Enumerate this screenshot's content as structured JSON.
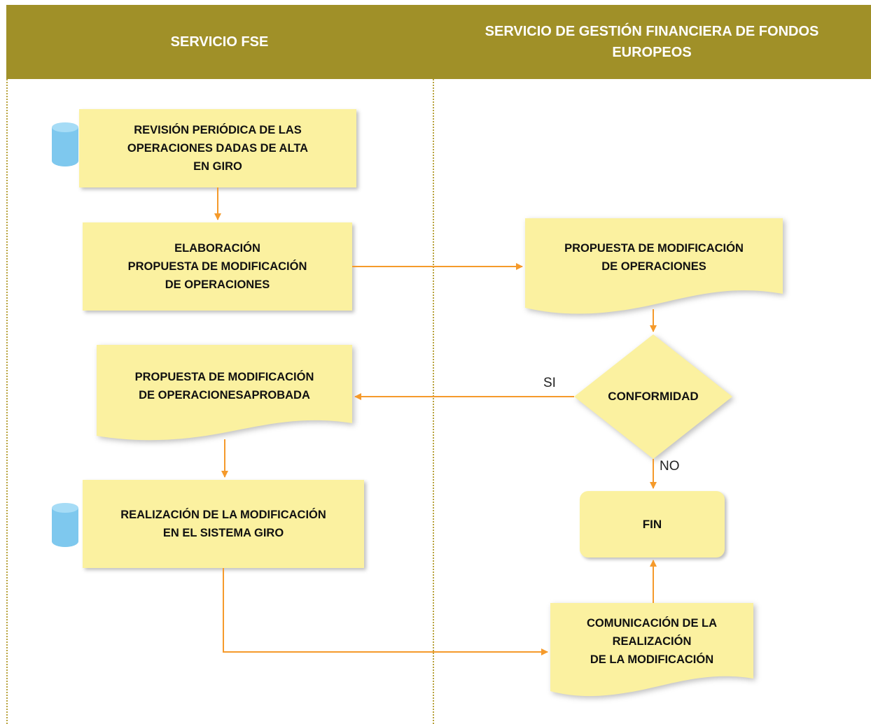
{
  "lanes": {
    "left_title": "SERVICIO FSE",
    "right_title": "SERVICIO DE GESTIÓN FINANCIERA DE FONDOS\nEUROPEOS"
  },
  "nodes": {
    "revision": "REVISIÓN PERIÓDICA DE LAS\nOPERACIONES DADAS DE ALTA\nEN GIRO",
    "elaboracion": "ELABORACIÓN\nPROPUESTA DE MODIFICACIÓN\nDE OPERACIONES",
    "propuesta_doc": "PROPUESTA DE MODIFICACIÓN\nDE OPERACIONES",
    "conformidad": "CONFORMIDAD",
    "aprobada_doc": "PROPUESTA DE MODIFICACIÓN\nDE OPERACIONESAPROBADA",
    "realizacion": "REALIZACIÓN DE LA MODIFICACIÓN\nEN EL SISTEMA GIRO",
    "fin": "FIN",
    "comunicacion_doc": "COMUNICACIÓN DE LA\nREALIZACIÓN\nDE LA  MODIFICACIÓN"
  },
  "labels": {
    "si": "SI",
    "no": "NO"
  },
  "colors": {
    "header": "#a09028",
    "box_fill": "#fbf1a0",
    "arrow": "#f59a2b",
    "database": "#7ec8ee"
  },
  "icons": [
    "database-icon",
    "database-icon"
  ]
}
